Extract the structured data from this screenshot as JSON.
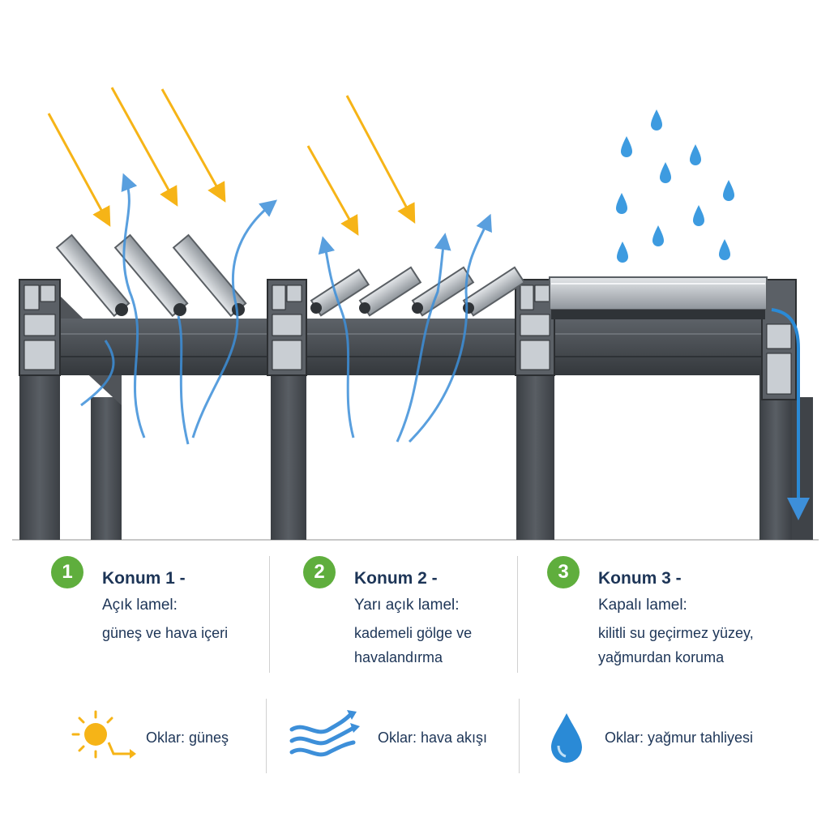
{
  "positions": [
    {
      "number": "1",
      "title": "Konum 1 -",
      "subtitle": "Açık lamel:",
      "desc1": "güneş ve hava içeri",
      "desc2": ""
    },
    {
      "number": "2",
      "title": "Konum 2 -",
      "subtitle": "Yarı açık lamel:",
      "desc1": "kademeli gölge ve",
      "desc2": "havalandırma"
    },
    {
      "number": "3",
      "title": "Konum 3 -",
      "subtitle": "Kapalı lamel:",
      "desc1": "kilitli su geçirmez yüzey,",
      "desc2": "yağmurdan koruma"
    }
  ],
  "legend": {
    "sun": {
      "label": "Oklar: güneş",
      "icon": "sun-arrow-icon"
    },
    "air": {
      "label": "Oklar: hava akışı",
      "icon": "air-flow-icon"
    },
    "rain": {
      "label": "Oklar: yağmur tahliyesi",
      "icon": "water-drop-icon"
    }
  },
  "colors": {
    "sun": "#f6b417",
    "air": "#3d8fd9",
    "rain": "#2a8ad6",
    "badge": "#5fae3d",
    "text": "#1d3557",
    "frame": "#4a4f55"
  }
}
